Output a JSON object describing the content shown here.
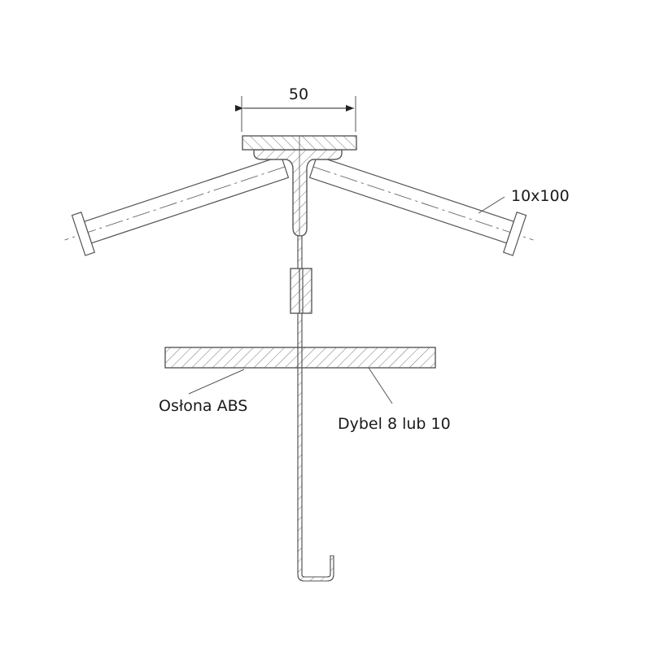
{
  "diagram": {
    "dimension_width": "50",
    "bolt_label": "10x100",
    "cover_label": "Osłona ABS",
    "dowel_label": "Dybel 8 lub 10"
  },
  "colors": {
    "line": "#555555",
    "hatch": "#777777",
    "text": "#1a1a1a"
  }
}
